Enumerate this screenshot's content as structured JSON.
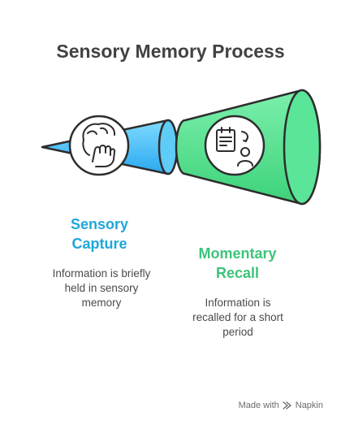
{
  "title": "Sensory Memory Process",
  "stages": [
    {
      "heading_line1": "Sensory",
      "heading_line2": "Capture",
      "description": [
        "Information is briefly",
        "held in sensory",
        "memory"
      ],
      "icon": "brain-hand-icon",
      "color": "#29B6F6",
      "heading_color": "#1EA7D8"
    },
    {
      "heading_line1": "Momentary",
      "heading_line2": "Recall",
      "description": [
        "Information is",
        "recalled for a short",
        "period"
      ],
      "icon": "list-person-icon",
      "color": "#4ADE80",
      "heading_color": "#3CC47A"
    }
  ],
  "footer": {
    "made_with": "Made with",
    "brand": "Napkin"
  }
}
